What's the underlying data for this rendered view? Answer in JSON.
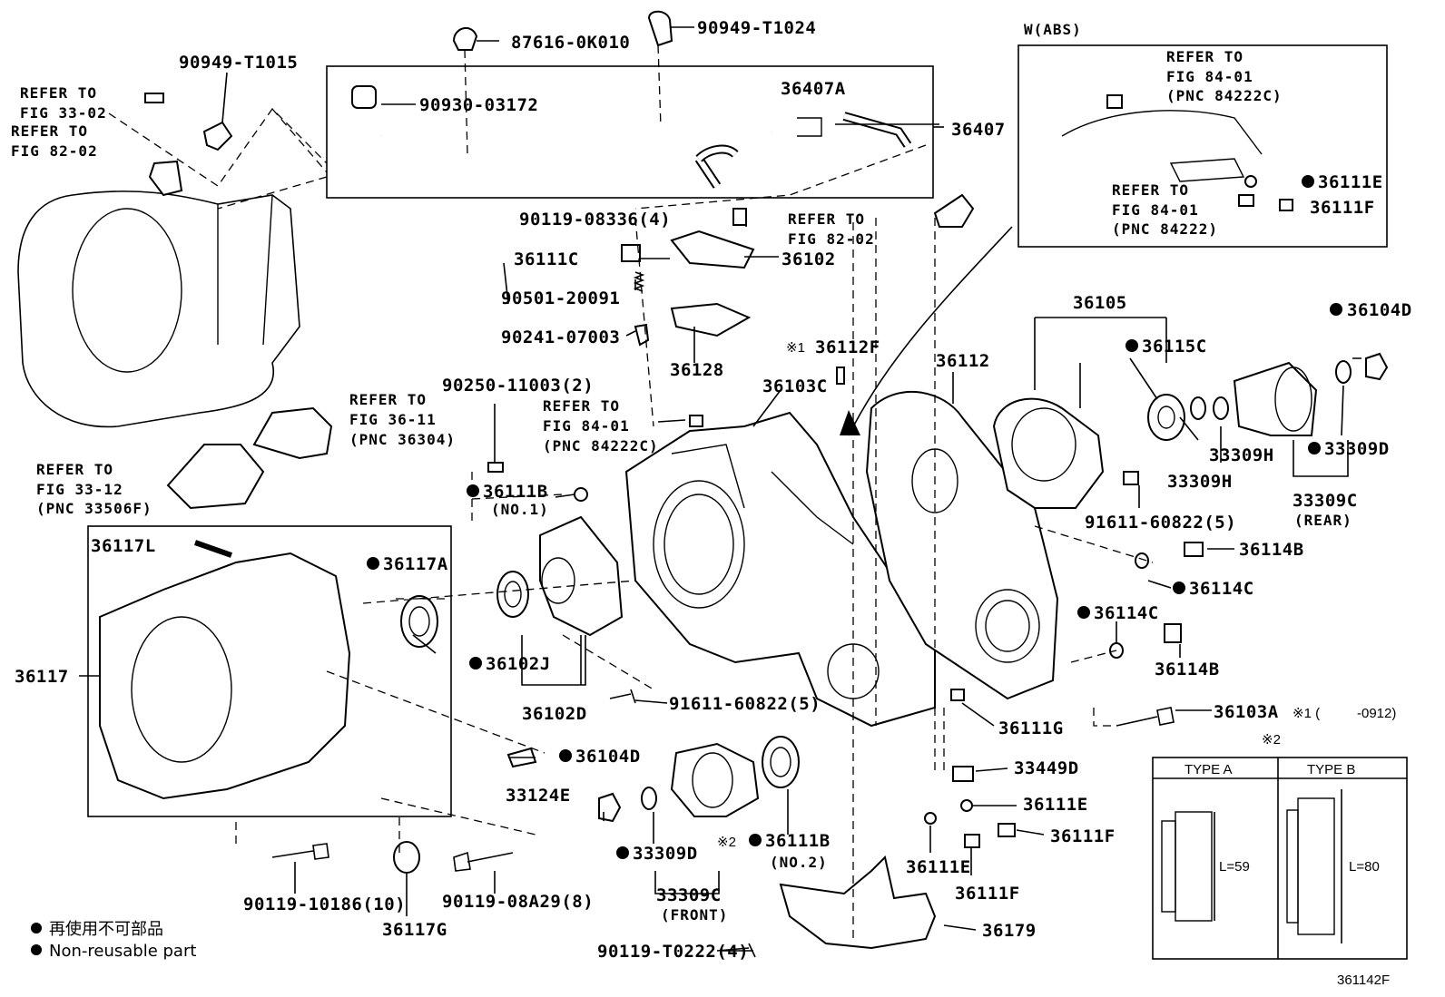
{
  "labels": {
    "p87616": "87616-0K010",
    "p90949_t1024": "90949-T1024",
    "p90949_t1015": "90949-T1015",
    "p90930": "90930-03172",
    "p36407a": "36407A",
    "p36407": "36407",
    "p90119_08336": "90119-08336(4)",
    "p36111c": "36111C",
    "p36102": "36102",
    "p90501": "90501-20091",
    "p90241": "90241-07003",
    "p36128": "36128",
    "p36112f": "36112F",
    "p36103c": "36103C",
    "p36112": "36112",
    "p36105": "36105",
    "p36104d_top": "36104D",
    "p36115c": "36115C",
    "p33309h_a": "33309H",
    "p33309h_b": "33309H",
    "p33309d_top": "33309D",
    "p33309c_rear": "33309C",
    "rear": "(REAR)",
    "p90250": "90250-11003(2)",
    "p36111b_no1": "36111B",
    "no1": "(NO.1)",
    "p36117l": "36117L",
    "p36117a": "36117A",
    "p36117": "36117",
    "p36102j": "36102J",
    "p36102d": "36102D",
    "p91611_a": "91611-60822(5)",
    "p91611_b": "91611-60822(5)",
    "p36114b_a": "36114B",
    "p36114c_a": "36114C",
    "p36114c_b": "36114C",
    "p36114b_b": "36114B",
    "p36111g": "36111G",
    "p36103a": "36103A",
    "range_0912": "-0912)",
    "p33124e": "33124E",
    "p36104d_bot": "36104D",
    "p33449d": "33449D",
    "p36111e_a": "36111E",
    "p36111f_a": "36111F",
    "p36111e_b": "36111E",
    "p36111f_b": "36111F",
    "p33309d_bot": "33309D",
    "p36111b_no2": "36111B",
    "no2": "(NO.2)",
    "p33309c_front": "33309C",
    "front": "(FRONT)",
    "p90119_10186": "90119-10186(10)",
    "p36117g": "36117G",
    "p90119_08a29": "90119-08A29(8)",
    "p36179": "36179",
    "p90119_t0222": "90119-T0222(4)",
    "p36111e_abs": "36111E",
    "p36111f_abs": "36111F",
    "wabs": "W(ABS)",
    "mark1": "※1",
    "mark2": "※2",
    "mark1b": "※1 (",
    "mark2b": "※2",
    "figure_id": "361142F"
  },
  "refs": {
    "r1_a": "REFER TO",
    "r1_b": "FIG 33-02",
    "r2_a": "REFER TO",
    "r2_b": "FIG 82-02",
    "r3_a": "REFER TO",
    "r3_b": "FIG 82-02",
    "r4_a": "REFER TO",
    "r4_b": "FIG 84-01",
    "r4_c": "(PNC 84222C)",
    "r5_a": "REFER TO",
    "r5_b": "FIG 84-01",
    "r5_c": "(PNC 84222)",
    "r6_a": "REFER TO",
    "r6_b": "FIG 84-01",
    "r6_c": "(PNC 84222C)",
    "r7_a": "REFER TO",
    "r7_b": "FIG 36-11",
    "r7_c": "(PNC 36304)",
    "r8_a": "REFER TO",
    "r8_b": "FIG 33-12",
    "r8_c": "(PNC 33506F)"
  },
  "type_table": {
    "type_a": "TYPE A",
    "type_b": "TYPE B",
    "len_a": "L=59",
    "len_b": "L=80"
  },
  "legend": {
    "jp": "再使用不可部品",
    "en": "Non-reusable part"
  }
}
